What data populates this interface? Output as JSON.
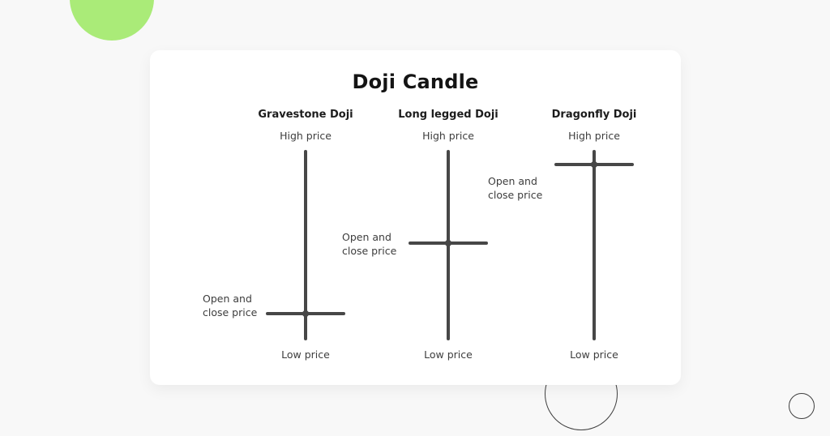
{
  "page": {
    "background_color": "#f8f8f8",
    "accent_green": "#aaeb78",
    "line_color": "#474747",
    "decorations": [
      "green-circle-top-left",
      "outline-circle-bottom-center",
      "outline-circle-bottom-right"
    ]
  },
  "card": {
    "title": "Doji Candle"
  },
  "candles": [
    {
      "name": "Gravestone Doji",
      "high_label": "High price",
      "low_label": "Low price",
      "open_close_line1": "Open and",
      "open_close_line2": "close price",
      "cross_position": "bottom"
    },
    {
      "name": "Long legged Doji",
      "high_label": "High price",
      "low_label": "Low price",
      "open_close_line1": "Open and",
      "open_close_line2": "close price",
      "cross_position": "middle"
    },
    {
      "name": "Dragonfly Doji",
      "high_label": "High price",
      "low_label": "Low price",
      "open_close_line1": "Open and",
      "open_close_line2": "close price",
      "cross_position": "top"
    }
  ]
}
